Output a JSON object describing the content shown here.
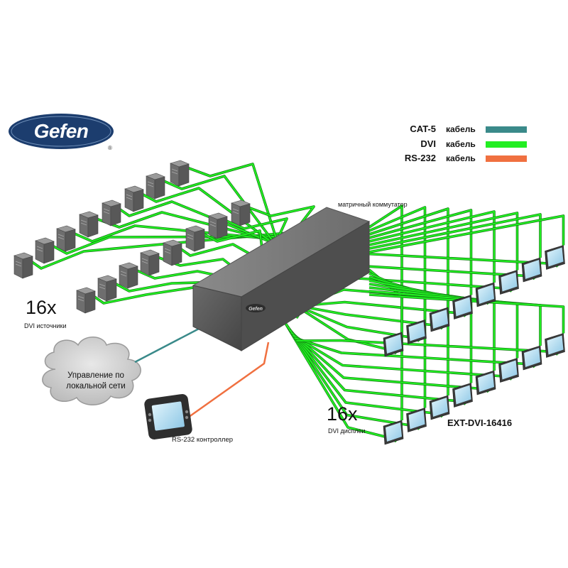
{
  "brand": {
    "name": "Gefen",
    "reg_mark": "®",
    "color": "#1c3d6e"
  },
  "legend": [
    {
      "type": "CAT-5",
      "word": "кабель",
      "color": "#3a8a8a"
    },
    {
      "type": "DVI",
      "word": "кабель",
      "color": "#22ee22"
    },
    {
      "type": "RS-232",
      "word": "кабель",
      "color": "#f07040"
    }
  ],
  "switch": {
    "label": "матричный коммутатор",
    "logo": "Gefen"
  },
  "sources": {
    "count": "16x",
    "label": "DVI источники",
    "icon": "computer-tower-icon"
  },
  "displays": {
    "count": "16x",
    "label": "DVI дисплеи",
    "icon": "monitor-icon"
  },
  "network": {
    "label_line1": "Управление по",
    "label_line2": "локальной сети"
  },
  "controller": {
    "label": "RS-232 контроллер"
  },
  "model": "EXT-DVI-16416",
  "colors": {
    "dvi": "#22ee22",
    "dvi_dark": "#117711",
    "cat5": "#3a8a8a",
    "rs232": "#f07040"
  }
}
